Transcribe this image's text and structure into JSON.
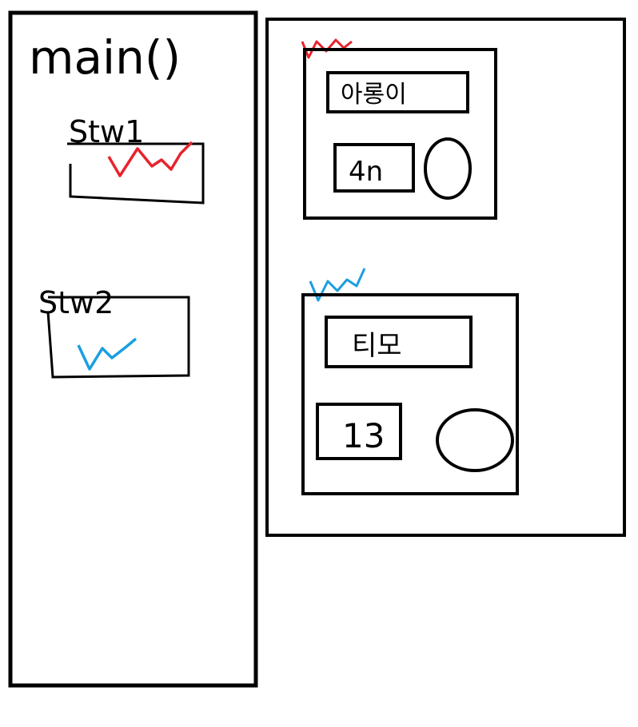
{
  "left_panel": {
    "title": "main()",
    "items": [
      {
        "label": "Stw1",
        "marker_color": "#e8232b"
      },
      {
        "label": "Stw2",
        "marker_color": "#1a9fe0"
      }
    ]
  },
  "right_panel": {
    "cards": [
      {
        "marker_color": "#e8232b",
        "name": "아롱이",
        "value": "4n"
      },
      {
        "marker_color": "#1a9fe0",
        "name": "티모",
        "value": "13"
      }
    ]
  },
  "colors": {
    "stroke": "#000000",
    "background": "#ffffff"
  }
}
